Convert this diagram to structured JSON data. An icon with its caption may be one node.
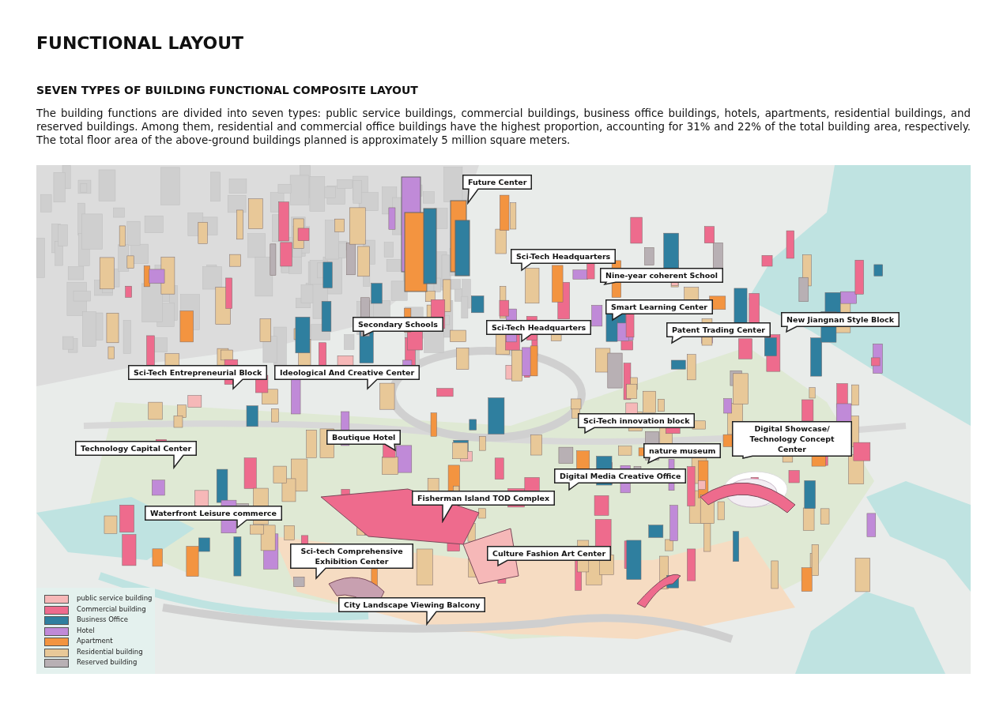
{
  "diagram": {
    "title": "FUNCTIONAL LAYOUT",
    "labels": [
      "SEVEN TYPES OF BUILDING FUNCTIONAL COMPOSITE LAYOUT",
      "The building functions are divided into seven types: public service buildings, commercial buildings, business office buildings, hotels, apartments, residential buildings, and reserved buildings. Among them, residential and commercial office buildings have the highest proportion, accounting for 31% and 22% of the total building area, respectively. The total floor area of the above-ground buildings planned is approximately 5 million square meters.",
      "Future Center",
      "Sci-Tech Headquarters",
      "Nine-year coherent School",
      "Smart Learning Center",
      "Secondary Schools",
      "Sci-Tech Headquarters",
      "Patent Trading Center",
      "New Jiangnan Style Block",
      "Sci-Tech Entrepreneurial Block",
      "Ideological And Creative Center",
      "Sci-Tech innovation block",
      "Digital Showcase/ Technology Concept Center",
      "Technology Capital Center",
      "Boutique Hotel",
      "nature museum",
      "Digital Media Creative Office",
      "Fisherman Island TOD Complex",
      "Waterfront Leisure commerce",
      "Sci-tech Comprehensive Exhibition Center",
      "Culture Fashion Art Center",
      "City Landscape Viewing Balcony"
    ],
    "legend": [
      {
        "text": "public service building",
        "color": "#f6b8b8"
      },
      {
        "text": "Commercial building",
        "color": "#ee6b8d"
      },
      {
        "text": "Business Office",
        "color": "#2f7f9f"
      },
      {
        "text": "Hotel",
        "color": "#c08ad8"
      },
      {
        "text": "Apartment",
        "color": "#f39440"
      },
      {
        "text": "Residential building",
        "color": "#e8c898"
      },
      {
        "text": "Reserved building",
        "color": "#b8b0b4"
      }
    ]
  }
}
